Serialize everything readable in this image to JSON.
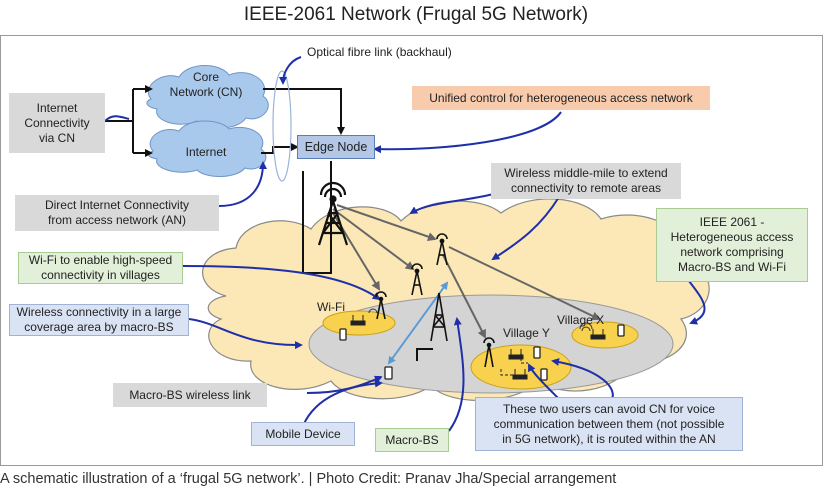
{
  "title": "IEEE-2061 Network (Frugal 5G Network)",
  "caption": "A schematic illustration of a ‘frugal 5G network’. | Photo Credit: Pranav Jha/Special arrangement",
  "diagram": {
    "core_network": "Core\nNetwork (CN)",
    "internet": "Internet",
    "optical_link": "Optical fibre link (backhaul)",
    "edge_node": "Edge Node",
    "internet_via_cn": "Internet\nConnectivity\nvia CN",
    "unified_control": "Unified control for heterogeneous access network",
    "wireless_middle_mile": "Wireless middle-mile to extend\nconnectivity to remote areas",
    "direct_internet": "Direct Internet Connectivity\nfrom access network (AN)",
    "ieee_2061": "IEEE 2061 -\nHeterogeneous access\nnetwork comprising\nMacro-BS and Wi-Fi",
    "wifi_villages": "Wi-Fi to enable high-speed\nconnectivity in villages",
    "wireless_large_area": "Wireless connectivity in a large\ncoverage area by macro-BS",
    "wifi_label": "Wi-Fi",
    "village_x": "Village X",
    "village_y": "Village Y",
    "macro_bs_link": "Macro-BS wireless link",
    "mobile_device": "Mobile Device",
    "macro_bs": "Macro-BS",
    "users_avoid_cn": "These two users can avoid CN for voice\ncommunication between them (not possible\nin 5G network), it is routed within the AN"
  },
  "colors": {
    "cloud_blue": "#a9c9ec",
    "coverage_cloud": "#fbe8b6",
    "access_ellipse": "#d4d4d4",
    "village_fill": "#f8d24e",
    "arrow_blue": "#1f2fa8",
    "link_grey": "#666666",
    "peach": "#f8cbad",
    "edge_node": "#b4c7e7"
  }
}
